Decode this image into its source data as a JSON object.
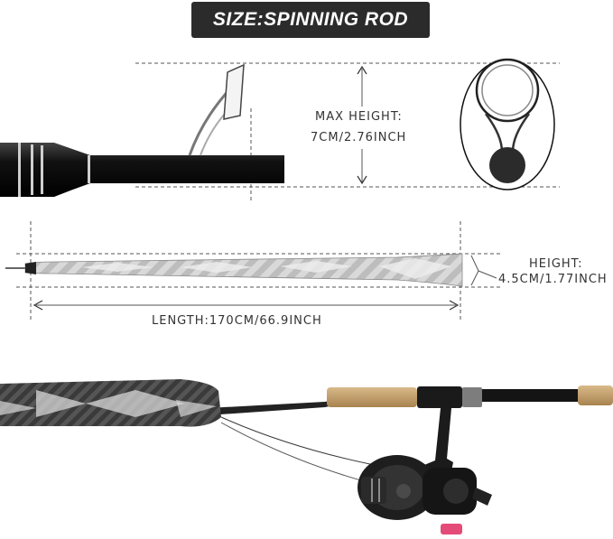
{
  "title": "SIZE:SPINNING ROD",
  "guide_section": {
    "max_height_label": "MAX HEIGHT:",
    "max_height_value": "7CM/2.76INCH"
  },
  "sleeve_section": {
    "height_label": "HEIGHT:",
    "height_value": "4.5CM/1.77INCH",
    "length_label": "LENGTH:170CM/66.9INCH"
  },
  "colors": {
    "badge_bg": "#2b2b2b",
    "rod_black": "#111111",
    "cork": "#c9a574",
    "sleeve_gray": "#cfcfcf",
    "dashed_line": "#555555"
  }
}
